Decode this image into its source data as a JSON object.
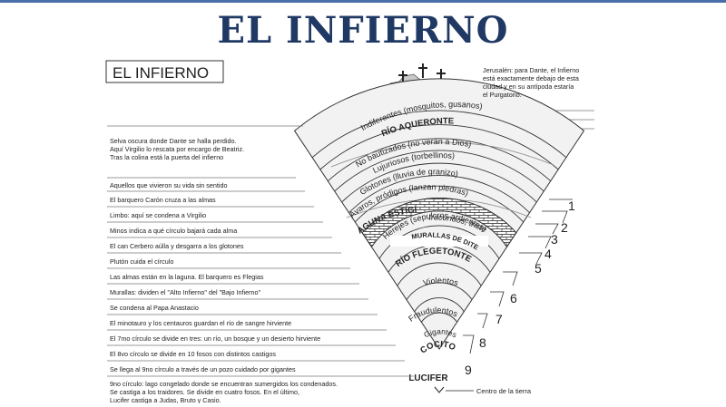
{
  "slide": {
    "title": "EL INFIERNO",
    "title_color": "#1f3864",
    "accent": "#4a6ea8"
  },
  "diagram": {
    "box_title": "EL INFIERNO",
    "note": [
      "Jerusalén: para Dante, el Infierno",
      "está exactamente debajo de esta",
      "ciudad y en su antípoda estaría",
      "el Purgatorio."
    ],
    "selva": [
      "Selva oscura donde Dante se halla perdido.",
      "Aquí Virgilio lo rescata por encargo de Beatriz.",
      "Tras la colina está la puerta del infierno"
    ],
    "left_labels": [
      "Aquellos que vivieron su vida sin sentido",
      "El barquero Carón cruza a las almas",
      "Limbo: aquí se condena a Virgilio",
      "Minos indica a qué círculo bajará cada alma",
      "El can Cerbero aúlla y desgarra a los glotones",
      "Plutón cuida el círculo",
      "Las almas están en la laguna. El barquero es Flegias",
      "Murallas: dividen el \"Alto Infierno\" del \"Bajo Infierno\"",
      "Se condena al Papa Anastacio",
      "El minotauro y los centauros guardan el río de sangre hirviente",
      "El 7mo círculo se divide en tres: un río, un bosque y un desierto hirviente",
      "El 8vo círculo se divide en 10 fosos con distintos castigos",
      "Se llega al 9no círculo a través de un pozo cuidado por gigantes"
    ],
    "ninth": [
      "9no círculo: lago congelado donde se encuentran sumergidos los condenados.",
      "Se castiga a los traidores. Se divide en cuatro fosos. En el último,",
      "Lucifer castiga a Judas, Bruto y Casio."
    ],
    "bands": [
      "Indiferentes (mosquitos, gusanos)",
      "RÍO AQUERONTE",
      "No bautizados (no verán a Dios)",
      "Lujuriosos (torbellinos)",
      "Glotones (lluvia de granizo)",
      "Avaros, pródigos (lanzan piedras)",
      "Iracundos, tristes",
      "LAGUNA ESTIGIA",
      "MURALLAS DE DITE",
      "Herejes (sepulcros ardientes)",
      "RÍO FLEGETONTE",
      "Violentos",
      "Fraudulentos",
      "Gigantes",
      "COCITO"
    ],
    "numbers": [
      "1",
      "2",
      "3",
      "4",
      "5",
      "6",
      "7",
      "8",
      "9"
    ],
    "lucifer": "LUCIFER",
    "centro": "Centro de la tierra"
  }
}
